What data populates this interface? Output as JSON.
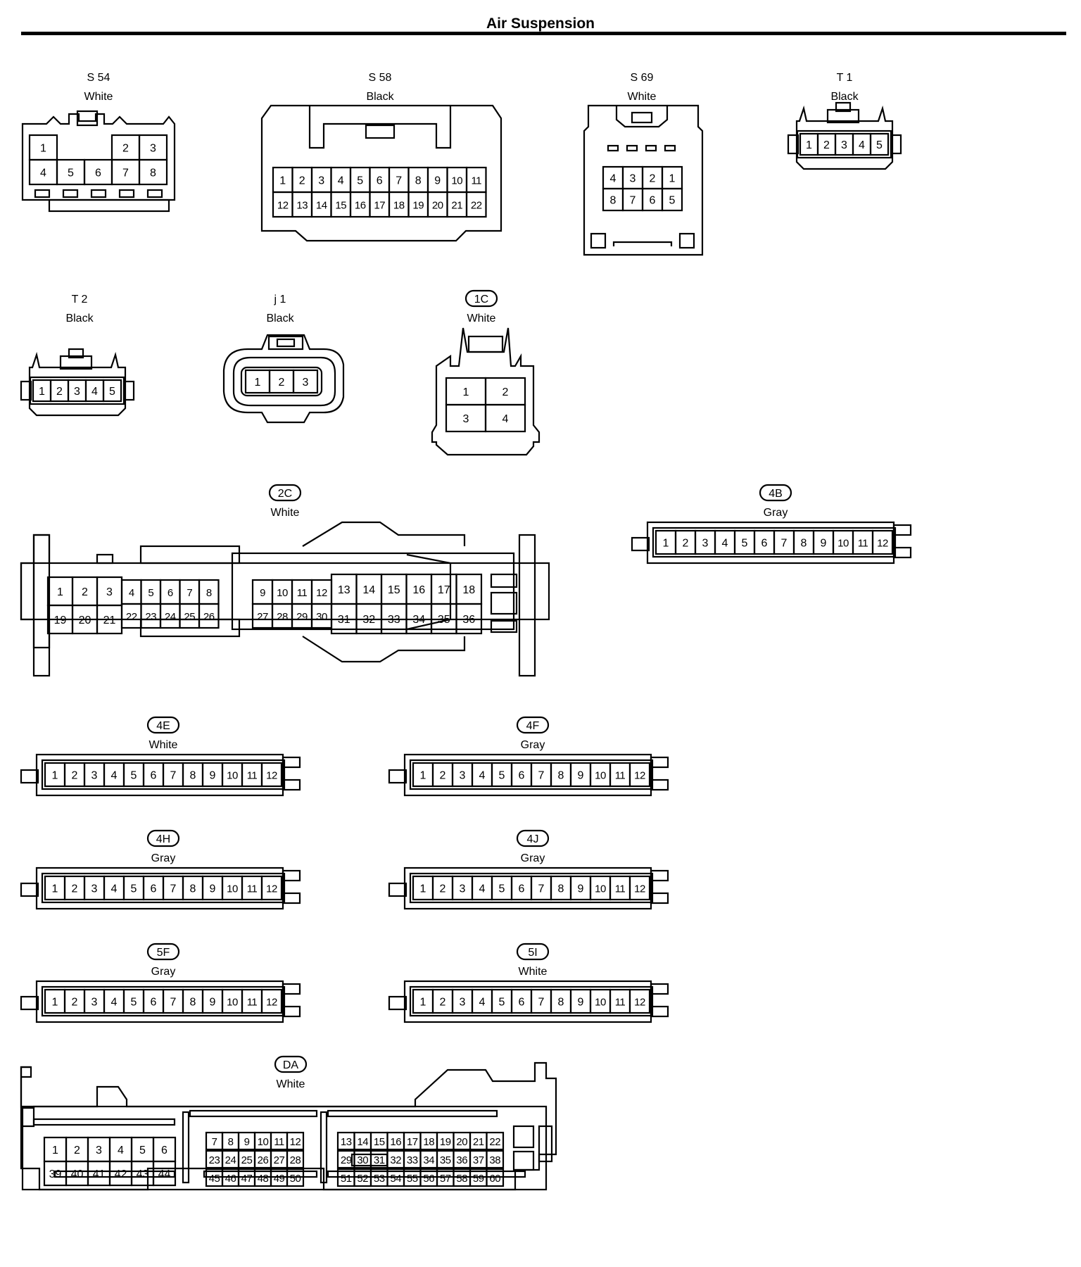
{
  "title": "Air Suspension",
  "connectors": [
    {
      "code": "S 54",
      "color": "White",
      "pins": [
        "1",
        "2",
        "3",
        "4",
        "5",
        "6",
        "7",
        "8"
      ]
    },
    {
      "code": "S 58",
      "color": "Black",
      "pins": [
        "1",
        "2",
        "3",
        "4",
        "5",
        "6",
        "7",
        "8",
        "9",
        "10",
        "11",
        "12",
        "13",
        "14",
        "15",
        "16",
        "17",
        "18",
        "19",
        "20",
        "21",
        "22"
      ]
    },
    {
      "code": "S 69",
      "color": "White",
      "pins": [
        "4",
        "3",
        "2",
        "1",
        "8",
        "7",
        "6",
        "5"
      ]
    },
    {
      "code": "T 1",
      "color": "Black",
      "pins": [
        "1",
        "2",
        "3",
        "4",
        "5"
      ]
    },
    {
      "code": "T 2",
      "color": "Black",
      "pins": [
        "1",
        "2",
        "3",
        "4",
        "5"
      ]
    },
    {
      "code": "j 1",
      "color": "Black",
      "pins": [
        "1",
        "2",
        "3"
      ]
    },
    {
      "code": "1C",
      "color": "White",
      "pins": [
        "1",
        "2",
        "3",
        "4"
      ]
    },
    {
      "code": "2C",
      "color": "White",
      "pins": [
        "1",
        "2",
        "3",
        "4",
        "5",
        "6",
        "7",
        "8",
        "9",
        "10",
        "11",
        "12",
        "13",
        "14",
        "15",
        "16",
        "17",
        "18",
        "19",
        "20",
        "21",
        "22",
        "23",
        "24",
        "25",
        "26",
        "27",
        "28",
        "29",
        "30",
        "31",
        "32",
        "33",
        "34",
        "35",
        "36"
      ]
    },
    {
      "code": "4B",
      "color": "Gray",
      "pins": [
        "1",
        "2",
        "3",
        "4",
        "5",
        "6",
        "7",
        "8",
        "9",
        "10",
        "11",
        "12"
      ]
    },
    {
      "code": "4E",
      "color": "White",
      "pins": [
        "1",
        "2",
        "3",
        "4",
        "5",
        "6",
        "7",
        "8",
        "9",
        "10",
        "11",
        "12"
      ]
    },
    {
      "code": "4F",
      "color": "Gray",
      "pins": [
        "1",
        "2",
        "3",
        "4",
        "5",
        "6",
        "7",
        "8",
        "9",
        "10",
        "11",
        "12"
      ]
    },
    {
      "code": "4H",
      "color": "Gray",
      "pins": [
        "1",
        "2",
        "3",
        "4",
        "5",
        "6",
        "7",
        "8",
        "9",
        "10",
        "11",
        "12"
      ]
    },
    {
      "code": "4J",
      "color": "Gray",
      "pins": [
        "1",
        "2",
        "3",
        "4",
        "5",
        "6",
        "7",
        "8",
        "9",
        "10",
        "11",
        "12"
      ]
    },
    {
      "code": "5F",
      "color": "Gray",
      "pins": [
        "1",
        "2",
        "3",
        "4",
        "5",
        "6",
        "7",
        "8",
        "9",
        "10",
        "11",
        "12"
      ]
    },
    {
      "code": "5I",
      "color": "White",
      "pins": [
        "1",
        "2",
        "3",
        "4",
        "5",
        "6",
        "7",
        "8",
        "9",
        "10",
        "11",
        "12"
      ]
    },
    {
      "code": "DA",
      "color": "White",
      "pins": [
        "1",
        "2",
        "3",
        "4",
        "5",
        "6",
        "7",
        "8",
        "9",
        "10",
        "11",
        "12",
        "13",
        "14",
        "15",
        "16",
        "17",
        "18",
        "19",
        "20",
        "21",
        "22",
        "23",
        "24",
        "25",
        "26",
        "27",
        "28",
        "29",
        "30",
        "31",
        "32",
        "33",
        "34",
        "35",
        "36",
        "37",
        "38",
        "39",
        "40",
        "41",
        "42",
        "43",
        "44",
        "45",
        "46",
        "47",
        "48",
        "49",
        "50",
        "51",
        "52",
        "53",
        "54",
        "55",
        "56",
        "57",
        "58",
        "59",
        "60"
      ]
    }
  ]
}
